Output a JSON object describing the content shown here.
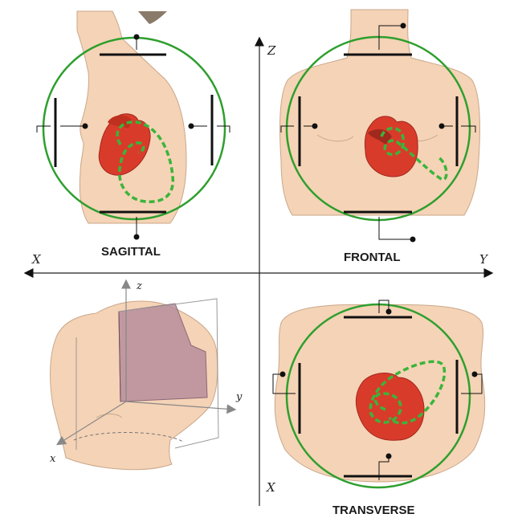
{
  "labels": {
    "sagittal": "SAGITTAL",
    "frontal": "FRONTAL",
    "transverse": "TRANSVERSE"
  },
  "axes": {
    "main_vertical": "Z",
    "main_horizontal_left": "X",
    "main_horizontal_right": "Y",
    "main_vertical_bottom": "X",
    "mini_z": "z",
    "mini_y": "y",
    "mini_x": "x"
  },
  "colors": {
    "skin": "#f5d3b6",
    "skin_outline": "#c9a78a",
    "orbit": "#2e9f2e",
    "heart": "#d93b2b",
    "heart_dark": "#a0281d",
    "loop": "#3ab53a",
    "hair": "#8a7a6a",
    "plane": "#b48a9a"
  }
}
